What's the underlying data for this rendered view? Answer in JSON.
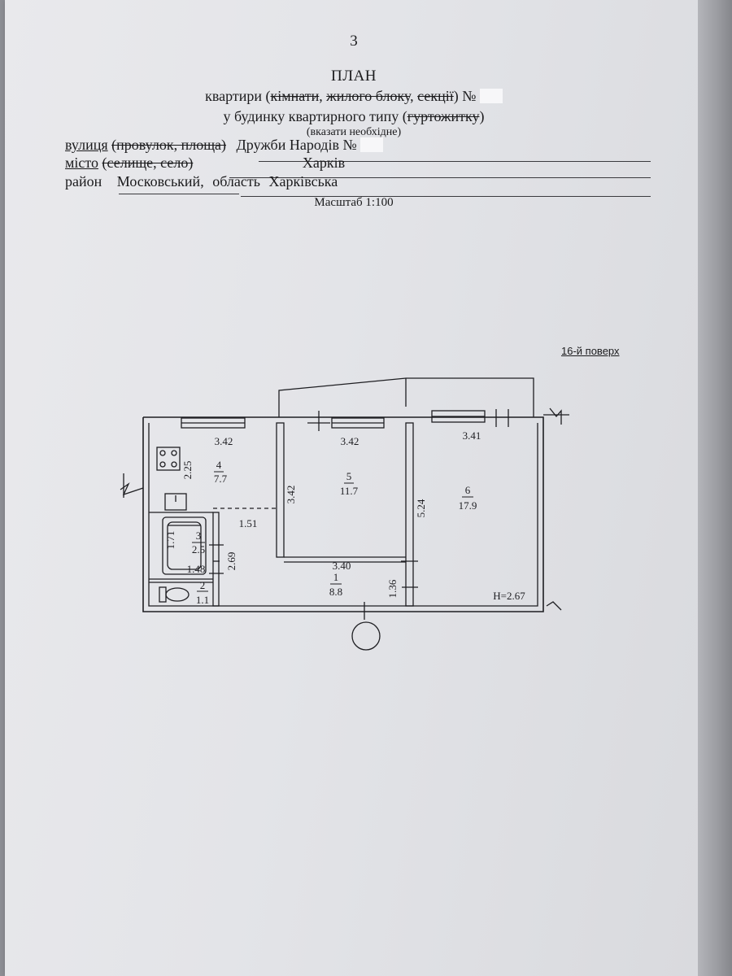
{
  "page_number": "3",
  "title": "ПЛАН",
  "header": {
    "line1": {
      "prefix": "квартири (",
      "strike1": "кімнати",
      "sep1": ", ",
      "strike2": "жилого блоку",
      "sep2": ", ",
      "strike3": "секції",
      "suffix": ") №"
    },
    "line2": {
      "prefix": "у будинку квартирного типу (",
      "strike": "гуртожитку",
      "suffix": ")"
    },
    "hint": "(вказати необхідне)"
  },
  "address": {
    "street_label": "вулиця",
    "street_strike": "(провулок, площа)",
    "street_value": "Дружби Народів №",
    "city_label": "місто",
    "city_strike": "(селище, село)",
    "city_value": "Харків",
    "district_label": "район",
    "district_value": "Московський,",
    "region_label": "область",
    "region_value": "Харківська"
  },
  "scale": "Масштаб 1:100",
  "floor": "16-й поверх",
  "rooms": [
    {
      "number": "1",
      "area": "8.8"
    },
    {
      "number": "2",
      "area": "1.1"
    },
    {
      "number": "3",
      "area": "2.5"
    },
    {
      "number": "4",
      "area": "7.7"
    },
    {
      "number": "5",
      "area": "11.7"
    },
    {
      "number": "6",
      "area": "17.9"
    }
  ],
  "dimensions": {
    "kitchen_width": "3.42",
    "room5_width": "3.42",
    "room6_width": "3.41",
    "kitchen_depth": "2.25",
    "room5_depth": "3.42",
    "room6_depth": "5.24",
    "hall_width": "1.51",
    "bath_depth": "1.71",
    "bath_width": "1.48",
    "bath_hall_depth": "2.69",
    "corridor_width": "3.40",
    "corridor_depth": "1.36"
  },
  "ceiling_height": "H=2.67"
}
